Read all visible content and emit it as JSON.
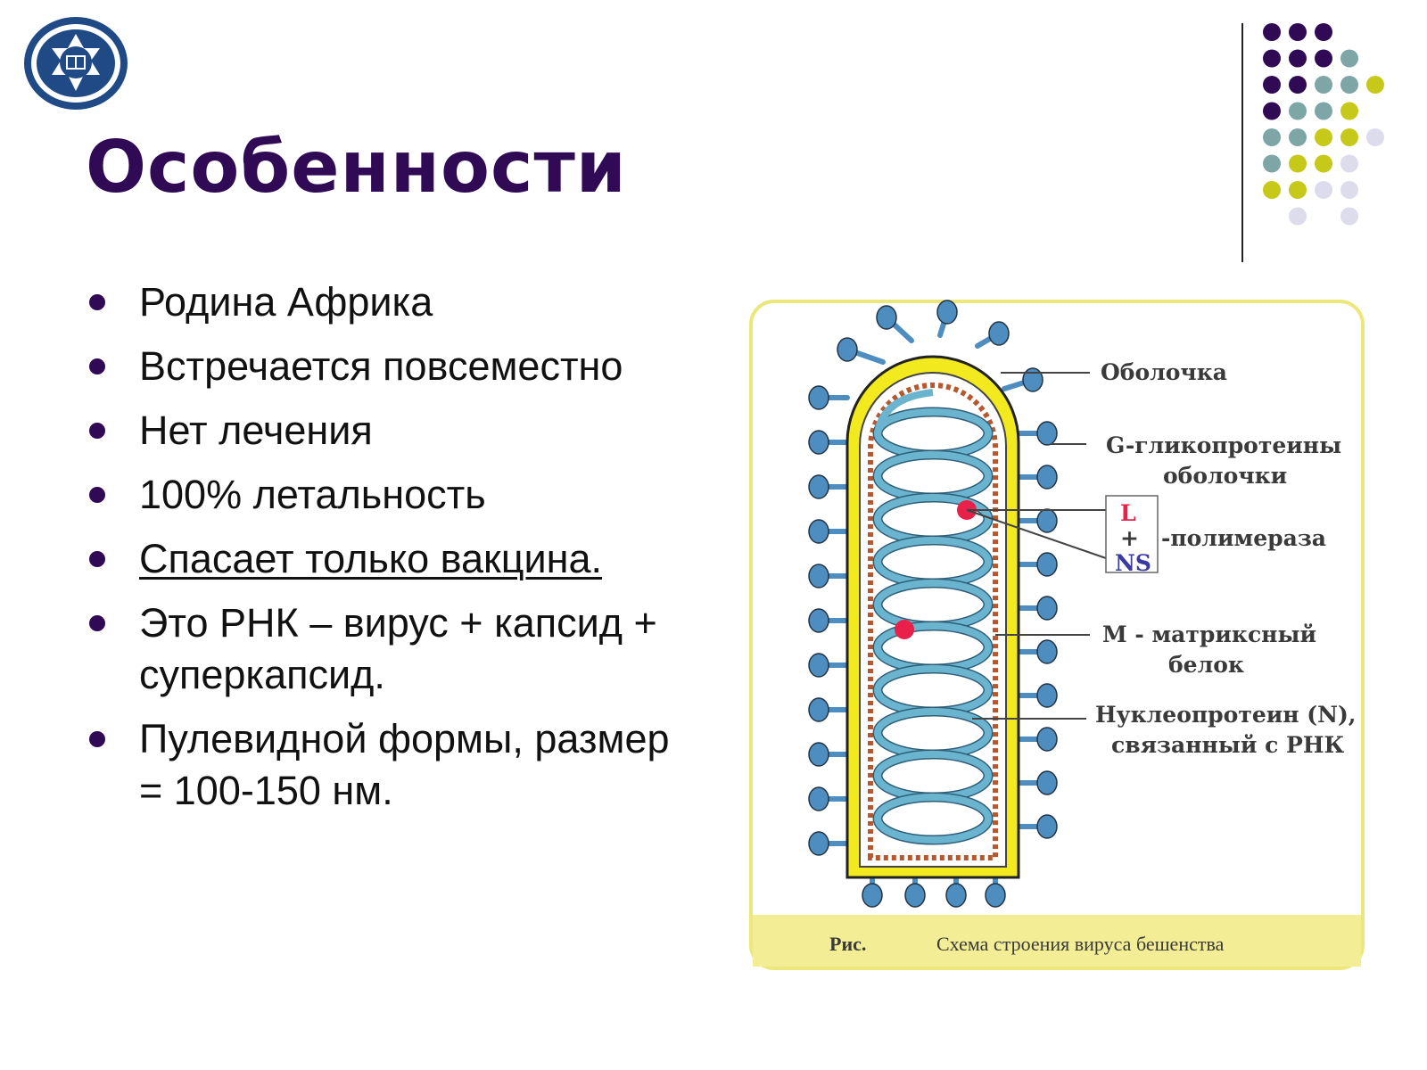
{
  "slide": {
    "title": "Особенности",
    "bullets": [
      "Родина Африка",
      "Встречается повсеместно",
      "Нет лечения",
      "100% летальность",
      "Спасает только вакцина.",
      " Это РНК – вирус + капсид + суперкапсид.",
      " Пулевидной формы, размер = 100-150 нм."
    ],
    "underlined_bullet_index": 4,
    "colors": {
      "title": "#300a55",
      "bullet": "#300a55",
      "dots": [
        "#300a55",
        "#7fa6a6",
        "#c6c91a",
        "#dcdcec"
      ]
    }
  },
  "figure": {
    "labels": {
      "envelope": "Оболочка",
      "glyco_line1": "G-гликопротеины",
      "glyco_line2": "оболочки",
      "l": "L",
      "plus": "+",
      "ns": "NS",
      "polymerase": "-полимераза",
      "matrix_line1": "М - матриксный",
      "matrix_line2": "белок",
      "nucleo_line1": "Нуклеопротеин (N),",
      "nucleo_line2": "связанный с РНК"
    },
    "caption_prefix": "Рис.",
    "caption": "Схема строения вируса бешенства",
    "colors": {
      "frame": "#ece77a",
      "caption_band": "#f3ee96",
      "envelope": "#f2ea1e",
      "spike": "#4e8dc0",
      "helix": "#6bb4cf",
      "matrix": "#b5582e",
      "polymerase": "#e8204a"
    }
  }
}
